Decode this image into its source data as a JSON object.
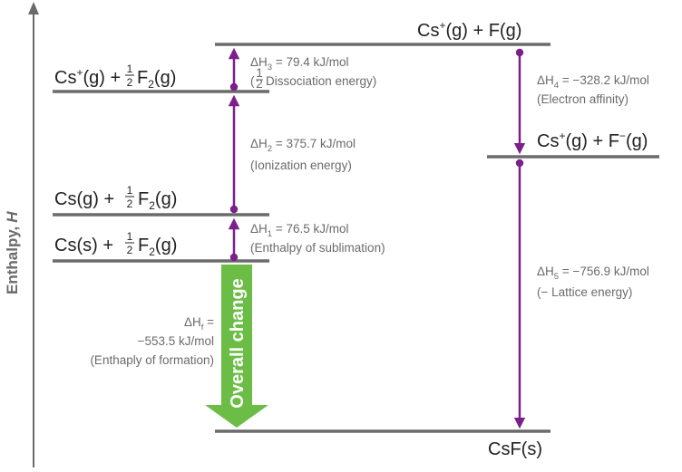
{
  "axis": {
    "label_main": "Enthalpy,",
    "label_var": "H"
  },
  "levels": {
    "csg_f2": {
      "species": "Cs",
      "charge": "+",
      "state": "(g) +",
      "coef_num": "1",
      "coef_den": "2",
      "mol": "F",
      "mol_sub": "2",
      "mol_state": "(g)"
    },
    "cs_g_f": {
      "a": "Cs",
      "charge": "+",
      "b": "(g) + F(g)"
    },
    "cs_g_fneg": {
      "a": "Cs",
      "charge": "+",
      "b": "(g) + F",
      "charge2": "−",
      "c": "(g)"
    },
    "cs_g_half": {
      "a": "Cs(g) +",
      "coef_num": "1",
      "coef_den": "2",
      "mol": "F",
      "mol_sub": "2",
      "mol_state": "(g)"
    },
    "cs_s_half": {
      "a": "Cs(s) +",
      "coef_num": "1",
      "coef_den": "2",
      "mol": "F",
      "mol_sub": "2",
      "mol_state": "(g)"
    },
    "csf": {
      "label": "CsF(s)"
    }
  },
  "steps": {
    "h3": {
      "delta": "ΔH",
      "sub": "3",
      "value": " = 79.4 kJ/mol",
      "note_open": "(",
      "frac_num": "1",
      "frac_den": "2",
      "note_text": "Dissociation energy)"
    },
    "h2": {
      "delta": "ΔH",
      "sub": "2",
      "value": " = 375.7 kJ/mol",
      "note": "(Ionization energy)"
    },
    "h1": {
      "delta": "ΔH",
      "sub": "1",
      "value": " = 76.5 kJ/mol",
      "note": "(Enthalpy of sublimation)"
    },
    "h4": {
      "delta": "ΔH",
      "sub": "4",
      "value": " = −328.2 kJ/mol",
      "note": "(Electron affinity)"
    },
    "h5": {
      "delta": "ΔH",
      "sub": "5",
      "value": " = −756.9 kJ/mol",
      "note": "(− Lattice energy)"
    },
    "hf": {
      "delta": "ΔH",
      "sub": "f",
      "eq": " =",
      "value": "−553.5 kJ/mol",
      "note": "(Enthaply of formation)"
    }
  },
  "overall": {
    "label": "Overall change"
  },
  "colors": {
    "purple": "#7b1f8a",
    "green": "#6cbd45",
    "level_line": "#6b6b6b",
    "axis": "#6b6b6b"
  }
}
